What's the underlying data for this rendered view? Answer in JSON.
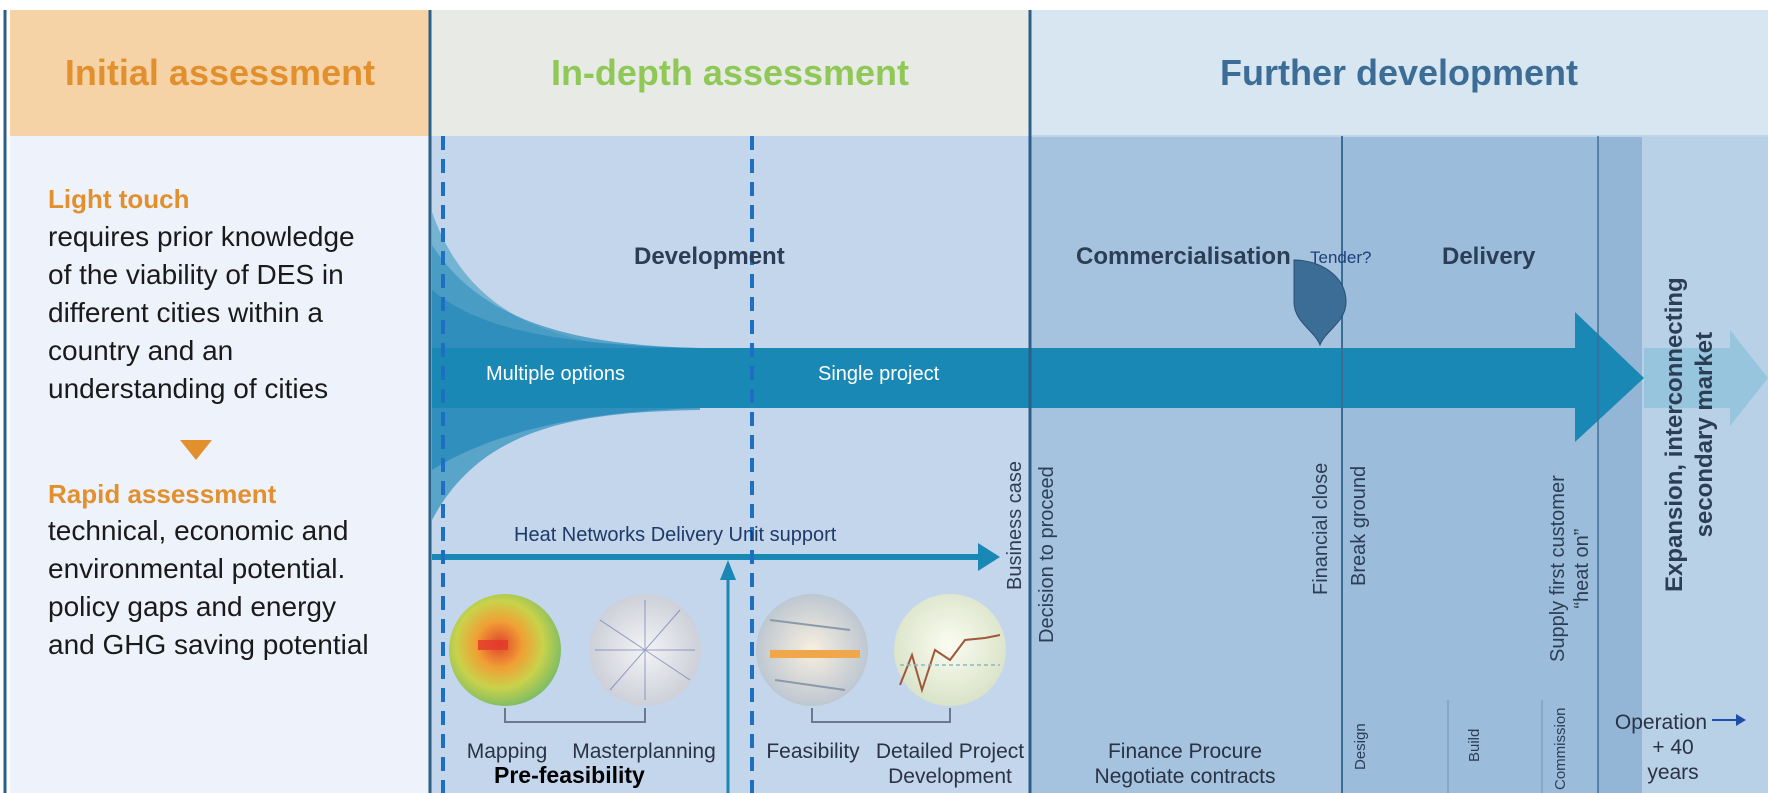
{
  "headers": {
    "initial": "Initial assessment",
    "indepth": "In-depth assessment",
    "further": "Further development"
  },
  "left_panel": {
    "light_touch_title": "Light touch",
    "light_touch_text": [
      "requires prior knowledge",
      "of the viability of DES in",
      "different cities within a",
      "country and an",
      "understanding of cities"
    ],
    "rapid_title": "Rapid assessment",
    "rapid_text": [
      "technical, economic and",
      "environmental potential.",
      "policy gaps and energy",
      "and GHG saving potential"
    ]
  },
  "stages": {
    "development": "Development",
    "commercialisation": "Commercialisation",
    "tender": "Tender?",
    "delivery": "Delivery",
    "multiple_options": "Multiple options",
    "single_project": "Single project",
    "expansion_line1": "Expansion, interconnecting",
    "expansion_line2": "secondary market"
  },
  "support": {
    "hndu": "Heat Networks Delivery Unit support"
  },
  "milestones": {
    "business_case": "Business case",
    "decision": "Decision to proceed",
    "financial_close": "Financial close",
    "break_ground": "Break ground",
    "supply_line1": "Supply first customer",
    "supply_line2": "“heat on”"
  },
  "phases": {
    "mapping": "Mapping",
    "masterplanning": "Masterplanning",
    "feasibility": "Feasibility",
    "detailed_line1": "Detailed Project",
    "detailed_line2": "Development",
    "prefeasibility": "Pre-feasibility",
    "finance_line1": "Finance Procure",
    "finance_line2": "Negotiate contracts",
    "design": "Design",
    "build": "Build",
    "commission": "Commission",
    "operation_line1": "Operation",
    "operation_line2": "+ 40 years"
  },
  "colors": {
    "initial_header_bg": "#f6d3a6",
    "initial_header_text": "#e2902e",
    "indepth_header_bg": "#e8ebe5",
    "indepth_header_text": "#8fc856",
    "further_header_bg": "#d7e6f0",
    "further_header_text": "#3c6d96",
    "arrow": "#1a88b5",
    "divider": "#2a5f8a"
  }
}
